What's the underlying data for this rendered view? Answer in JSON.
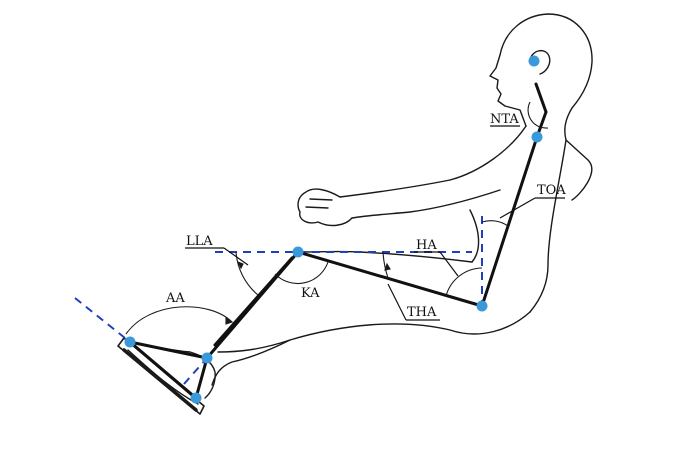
{
  "labels": {
    "nta": "NTA",
    "toa": "TOA",
    "lla": "LLA",
    "ha": "HA",
    "aa": "AA",
    "ka": "KA",
    "tha": "THA"
  },
  "colors": {
    "outline": "#1a1a1a",
    "segment": "#111111",
    "reference": "#1f3fbf",
    "joint": "#3a9ad9"
  },
  "joints": [
    "ear",
    "neck",
    "hip",
    "knee",
    "ankle",
    "heel",
    "toe"
  ]
}
